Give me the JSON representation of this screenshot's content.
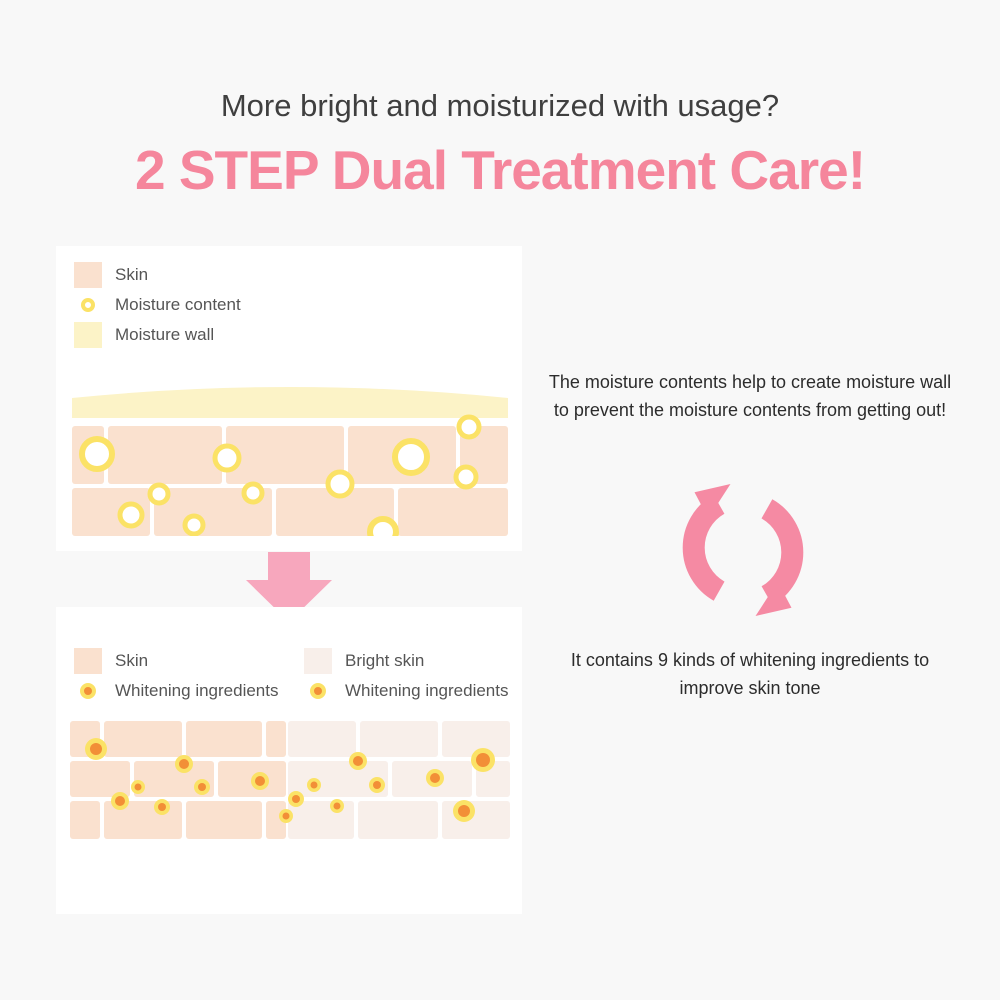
{
  "header": {
    "subtitle": "More bright and moisturized with usage?",
    "title": "2 STEP Dual Treatment Care!"
  },
  "step1": {
    "legend": [
      {
        "label": "Skin",
        "kind": "swatch"
      },
      {
        "label": "Moisture content",
        "kind": "ring"
      },
      {
        "label": "Moisture wall",
        "kind": "swatch-wall"
      }
    ]
  },
  "step2": {
    "legend_left": [
      {
        "label": "Skin",
        "kind": "swatch"
      },
      {
        "label": "Whitening ingredients",
        "kind": "dot"
      }
    ],
    "legend_right": [
      {
        "label": "Bright skin",
        "kind": "swatch-bright"
      },
      {
        "label": "Whitening ingredients",
        "kind": "dot"
      }
    ]
  },
  "side": {
    "text_top": "The moisture contents help to create moisture wall to prevent the moisture contents from getting out!",
    "text_bottom": "It contains 9 kinds of whitening ingredients to improve skin tone"
  },
  "colors": {
    "accent_pink": "#f5869c",
    "arrow_pink": "#f7a7bd",
    "cycle_pink": "#f58aa3",
    "skin": "#fae1cf",
    "bright_skin": "#f8efea",
    "moisture_wall": "#fcf3c7",
    "moisture_ring": "#fbe266",
    "whitening_outer": "#fbe266",
    "whitening_inner": "#f28f37",
    "headline": "#3f3f3f"
  },
  "icons": {
    "transition_arrow": "arrow-down-icon",
    "cycle": "cycle-arrows-icon"
  }
}
